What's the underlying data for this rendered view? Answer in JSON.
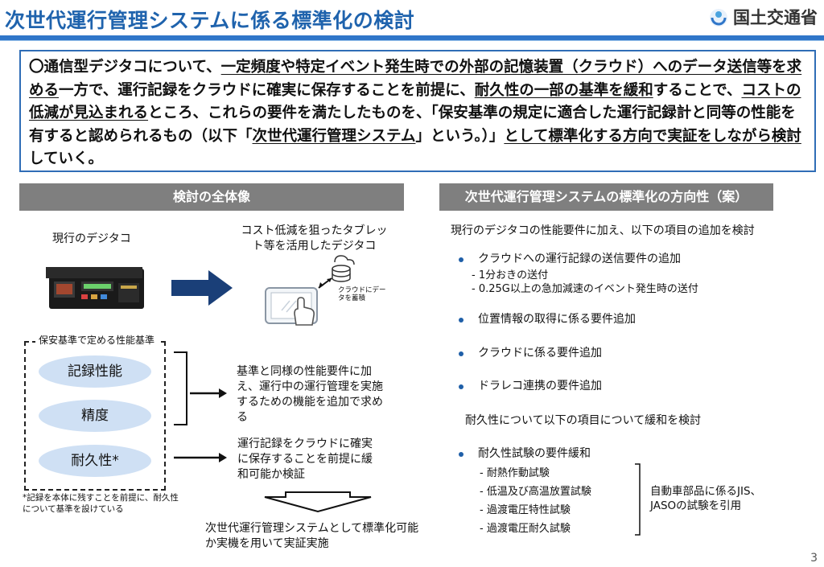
{
  "header": {
    "title": "次世代運行管理システムに係る標準化の検討",
    "ministry": "国土交通省",
    "page_number": "3"
  },
  "intro": {
    "p1": "〇通信型デジタコについて、",
    "u1": "一定頻度や特定イベント発生時での外部の記憶装置（クラウド）へのデータ送信等を求める",
    "p2": "一方で、運行記録をクラウドに確実に保存することを前提に、",
    "u2": "耐久性の一部の基準を緩和",
    "p3": "することで、",
    "u3": "コストの低減が見込まれる",
    "p4": "ところ、これらの要件を満たしたものを、「保安基準の規定に適合した運行記録計と同等の性能を有すると認められるもの（以下「",
    "u4": "次世代運行管理システム",
    "p5": "」という。）」",
    "u5": "として標準化する方向で実証をしながら検討",
    "p6": "していく。"
  },
  "left": {
    "band": "検討の全体像",
    "current_label": "現行のデジタコ",
    "tablet_caption": "コスト低減を狙ったタブレット等を活用したデジタコ",
    "cloud_caption": "クラウドにデータを蓄積",
    "std_box_label": "保安基準で定める性能基準",
    "ellipses": [
      "記録性能",
      "精度",
      "耐久性*"
    ],
    "footnote": "*記録を本体に残すことを前提に、耐久性について基準を設けている",
    "req1": "基準と同様の性能要件に加え、運行中の運行管理を実施するための機能を追加で求める",
    "req2": "運行記録をクラウドに確実に保存することを前提に緩和可能か検証",
    "conclusion": "次世代運行管理システムとして標準化可能か実機を用いて実証実施"
  },
  "right": {
    "band": "次世代運行管理システムの標準化の方向性（案）",
    "lead1": "現行のデジタコの性能要件に加え、以下の項目の追加を検討",
    "items": [
      {
        "label": "クラウドへの運行記録の送信要件の追加",
        "subs": [
          "1分おきの送付",
          "0.25G以上の急加減速のイベント発生時の送付"
        ]
      },
      {
        "label": "位置情報の取得に係る要件追加",
        "subs": []
      },
      {
        "label": "クラウドに係る要件追加",
        "subs": []
      },
      {
        "label": "ドラレコ連携の要件追加",
        "subs": []
      }
    ],
    "lead2": "耐久性について以下の項目について緩和を検討",
    "item2": {
      "label": "耐久性試験の要件緩和",
      "subs": [
        "耐熱作動試験",
        "低温及び高温放置試験",
        "過渡電圧特性試験",
        "過渡電圧耐久試験"
      ]
    },
    "bracket_note": "自動車部品に係るJIS、JASOの試験を引用"
  },
  "colors": {
    "title_blue": "#1f63ad",
    "border_blue": "#2f6db6",
    "band_gray": "#7f7f7f",
    "ellipse_fill": "#cfe0f4",
    "arrow_navy": "#1a3f78"
  }
}
